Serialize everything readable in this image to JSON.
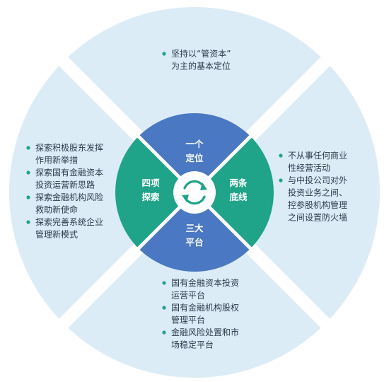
{
  "center": {
    "top": {
      "line1": "一个",
      "line2": "定位"
    },
    "right": {
      "line1": "两条",
      "line2": "底线"
    },
    "bottom": {
      "line1": "三大",
      "line2": "平台"
    },
    "left": {
      "line1": "四项",
      "line2": "探索"
    }
  },
  "segments": {
    "top": {
      "items": [
        {
          "lines": [
            "坚持以“管资本”",
            "为主的基本定位"
          ]
        }
      ]
    },
    "right": {
      "items": [
        {
          "lines": [
            "不从事任何商业",
            "性经营活动"
          ]
        },
        {
          "lines": [
            "与中投公司对外",
            "投资业务之间、",
            "控参股机构管理",
            "之间设置防火墙"
          ]
        }
      ]
    },
    "bottom": {
      "items": [
        {
          "lines": [
            "国有金融资本投资",
            "运营平台"
          ]
        },
        {
          "lines": [
            "国有金融机构股权",
            "管理平台"
          ]
        },
        {
          "lines": [
            "金融风险处置和市",
            "场稳定平台"
          ]
        }
      ]
    },
    "left": {
      "items": [
        {
          "lines": [
            "探索积极股东发挥",
            "作用新举措"
          ]
        },
        {
          "lines": [
            "探索国有金融资本",
            "投资运营新思路"
          ]
        },
        {
          "lines": [
            "探索金融机构风险",
            "救助新使命"
          ]
        },
        {
          "lines": [
            "探索完善系统企业",
            "管理新模式"
          ]
        }
      ]
    }
  },
  "colors": {
    "outer_ring": "#dcecf7",
    "blue": "#4a78c2",
    "teal": "#1fa389",
    "bullet": "#1fa389",
    "text": "#2b3a4a",
    "center_icon": "#1fa389"
  }
}
